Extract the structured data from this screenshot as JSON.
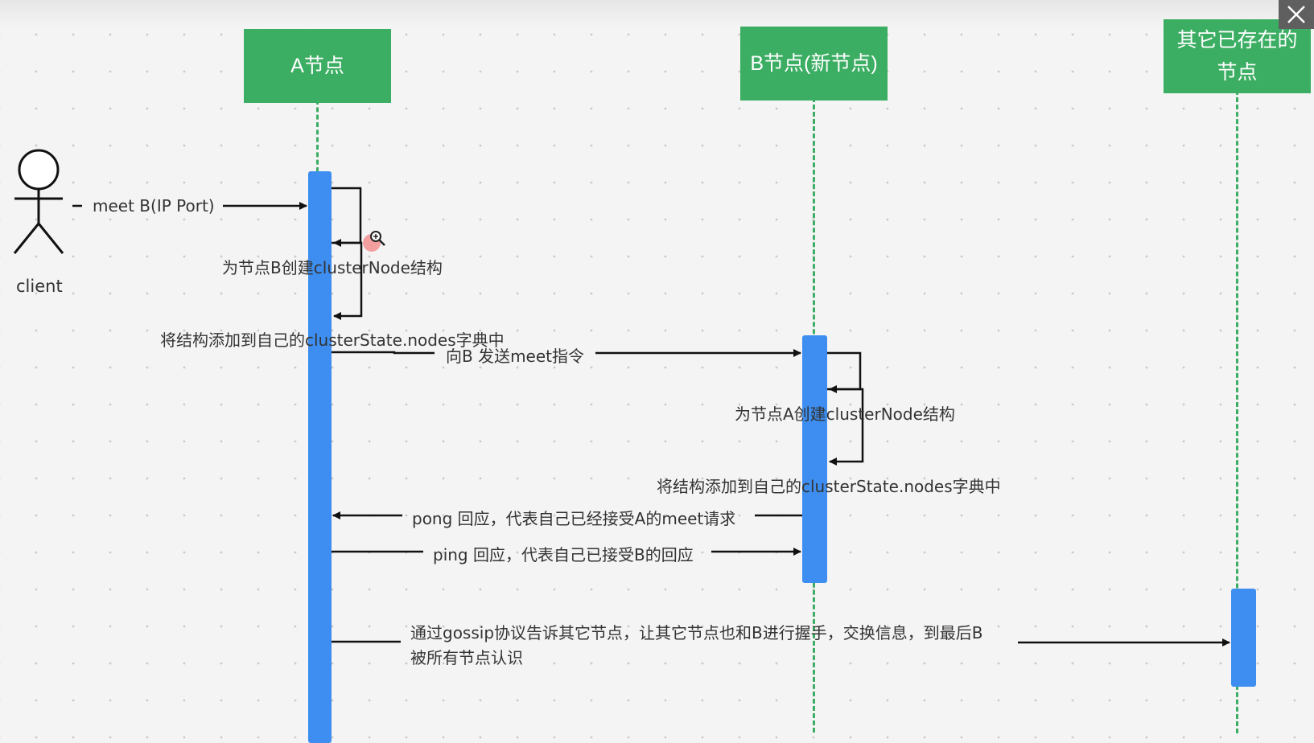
{
  "nodes": {
    "a": "A节点",
    "b": "B节点(新节点)",
    "others_line1": "其它已存在的",
    "others_line2": "节点"
  },
  "actor": {
    "label": "client"
  },
  "messages": {
    "meet_b": "meet B(IP Port)",
    "a_create": "为节点B创建clusterNode结构",
    "a_add": "将结构添加到自己的clusterState.nodes字典中",
    "send_meet": "向B 发送meet指令",
    "b_create": "为节点A创建clusterNode结构",
    "b_add": "将结构添加到自己的clusterState.nodes字典中",
    "pong": "pong 回应，代表自己已经接受A的meet请求",
    "ping": "ping 回应，代表自己已接受B的回应",
    "gossip_line1": "通过gossip协议告诉其它节点，让其它节点也和B进行握手，交换信息，到最后B",
    "gossip_line2": "被所有节点认识"
  },
  "colors": {
    "node_fill": "#3cae63",
    "activation": "#3d8ef0",
    "arrow": "#111111"
  },
  "icons": {
    "close": "close-icon",
    "cursor": "zoom-cursor-icon"
  }
}
